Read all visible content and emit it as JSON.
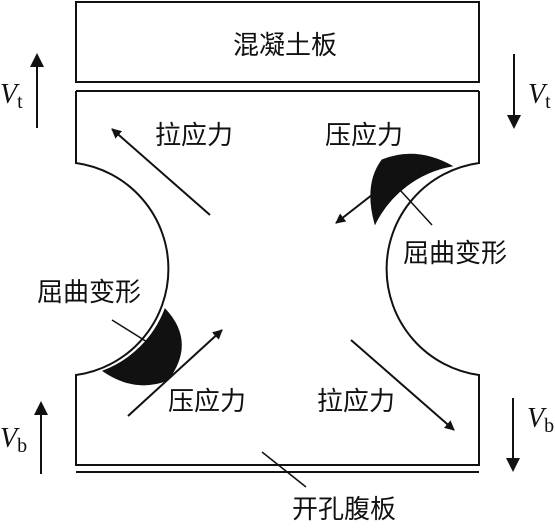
{
  "labels": {
    "slab": "混凝土板",
    "web": "开孔腹板",
    "tension_upper": "拉应力",
    "compression_upper": "压应力",
    "buckling_right": "屈曲变形",
    "buckling_left": "屈曲变形",
    "compression_lower": "压应力",
    "tension_lower": "拉应力"
  },
  "shear": {
    "top_var": "V",
    "top_sub": "t",
    "bottom_var": "V",
    "bottom_sub": "b"
  },
  "colors": {
    "line": "#111111",
    "buckle_fill": "#111111",
    "background": "#ffffff"
  }
}
